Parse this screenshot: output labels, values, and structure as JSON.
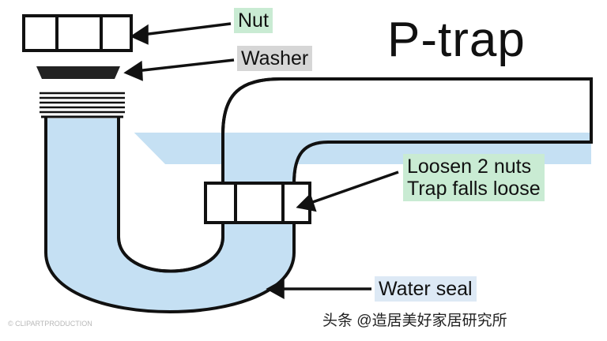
{
  "title": "P-trap",
  "labels": {
    "nut": "Nut",
    "washer": "Washer",
    "loosen": [
      "Loosen 2 nuts",
      "Trap falls loose"
    ],
    "water_seal": "Water seal"
  },
  "credit": "头条 @造居美好家居研究所",
  "watermark": "© CLIPARTPRODUCTION",
  "colors": {
    "water": "#c5e0f3",
    "label_green": "#c9ebd3",
    "label_grey": "#d6d6d6",
    "outline": "#111111"
  }
}
